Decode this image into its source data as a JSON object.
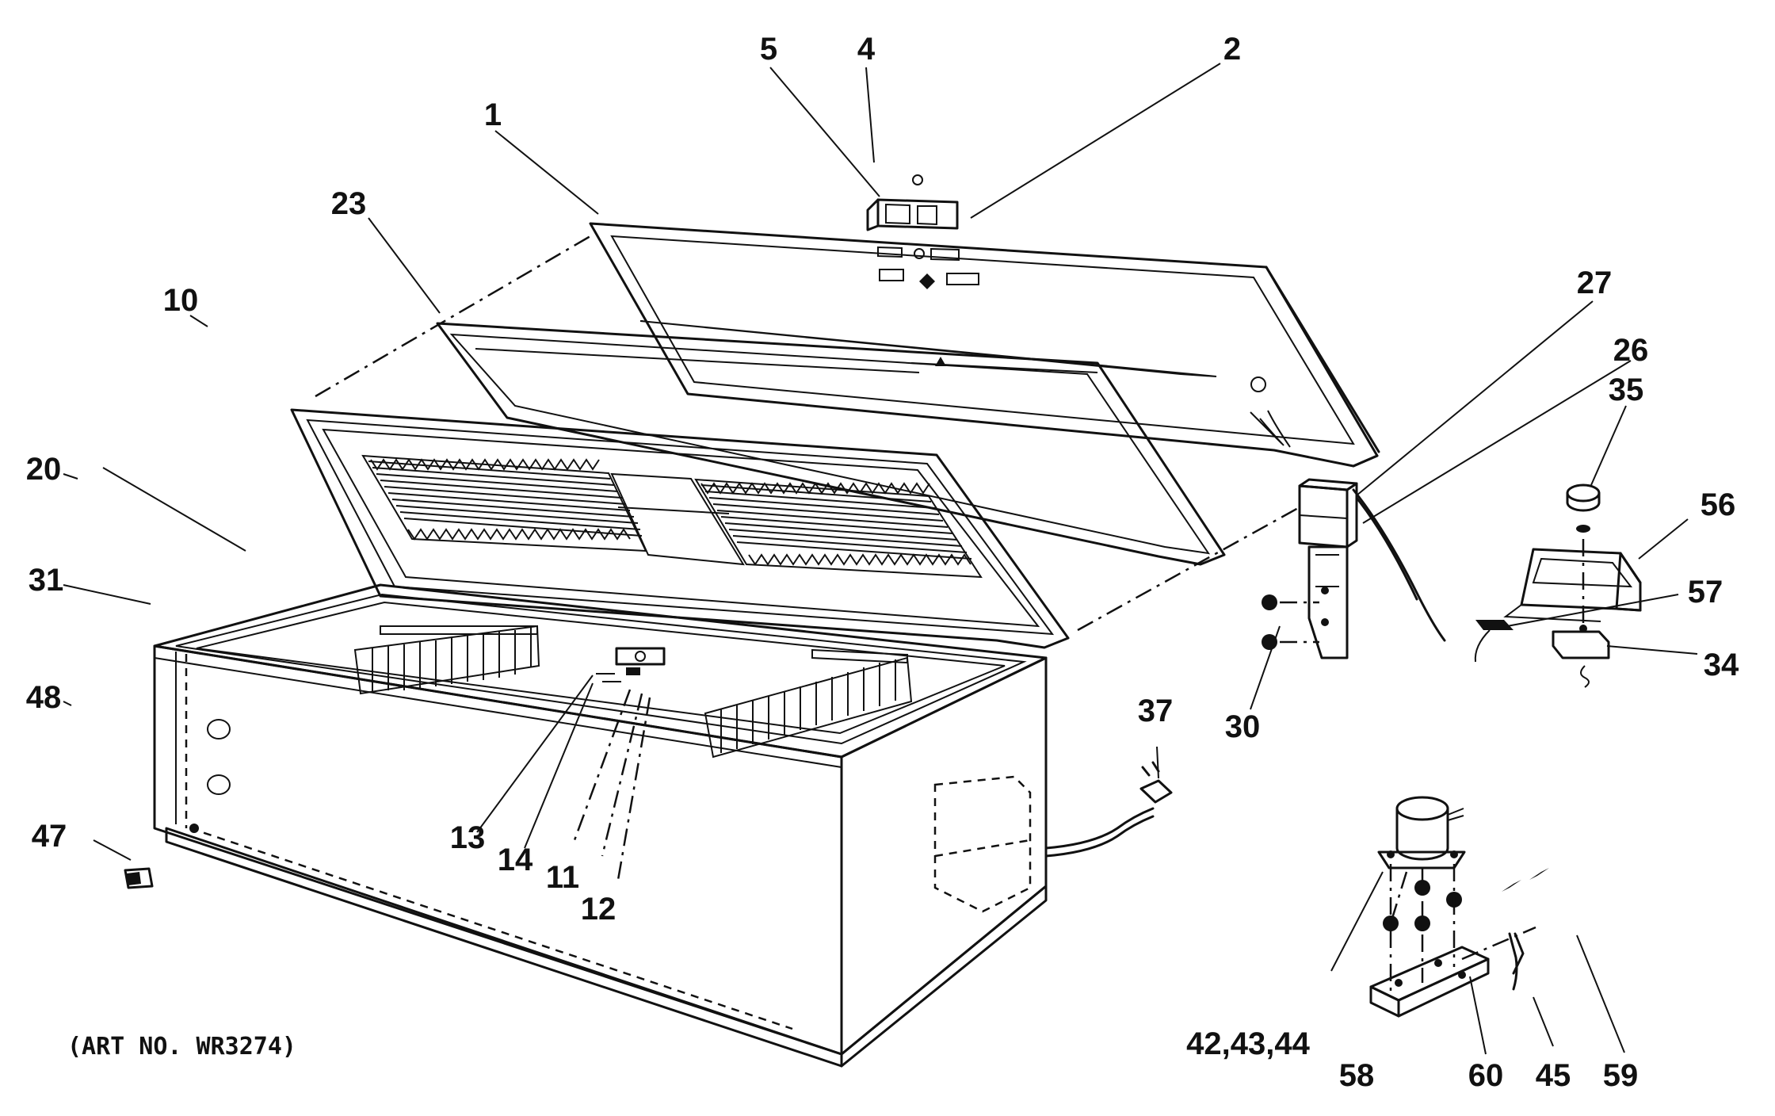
{
  "diagram": {
    "art_number": "(ART NO. WR3274)",
    "callouts": [
      {
        "id": "c1",
        "text": "1"
      },
      {
        "id": "c2",
        "text": "2"
      },
      {
        "id": "c4",
        "text": "4"
      },
      {
        "id": "c5",
        "text": "5"
      },
      {
        "id": "c10",
        "text": "10"
      },
      {
        "id": "c11",
        "text": "11"
      },
      {
        "id": "c12",
        "text": "12"
      },
      {
        "id": "c13",
        "text": "13"
      },
      {
        "id": "c14",
        "text": "14"
      },
      {
        "id": "c20",
        "text": "20"
      },
      {
        "id": "c23",
        "text": "23"
      },
      {
        "id": "c26",
        "text": "26"
      },
      {
        "id": "c27",
        "text": "27"
      },
      {
        "id": "c30",
        "text": "30"
      },
      {
        "id": "c31",
        "text": "31"
      },
      {
        "id": "c34",
        "text": "34"
      },
      {
        "id": "c35",
        "text": "35"
      },
      {
        "id": "c37",
        "text": "37"
      },
      {
        "id": "c42",
        "text": "42,43,44"
      },
      {
        "id": "c45",
        "text": "45"
      },
      {
        "id": "c47",
        "text": "47"
      },
      {
        "id": "c48",
        "text": "48"
      },
      {
        "id": "c56",
        "text": "56"
      },
      {
        "id": "c57",
        "text": "57"
      },
      {
        "id": "c58",
        "text": "58"
      },
      {
        "id": "c59",
        "text": "59"
      },
      {
        "id": "c60",
        "text": "60"
      }
    ]
  }
}
